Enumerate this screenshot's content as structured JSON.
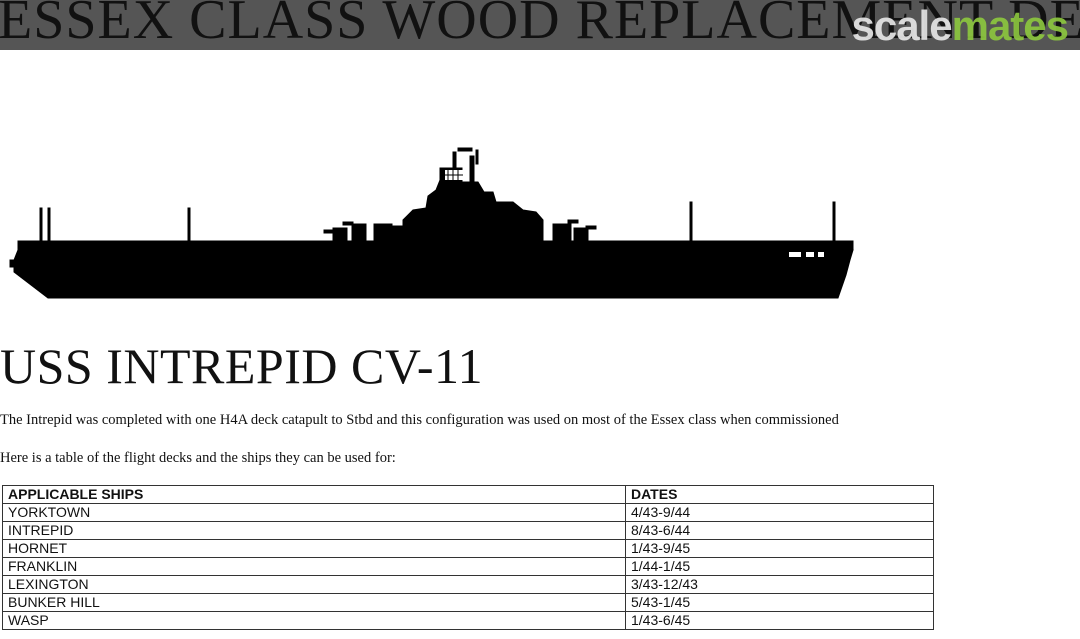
{
  "header": {
    "banner_text": "ESSEX CLASS WOOD REPLACEMENT DECKS",
    "watermark_part1": "scale",
    "watermark_part2": "mates",
    "banner_color": "#555555",
    "watermark_accent": "#8cc63f"
  },
  "ship_image": {
    "icon": "aircraft-carrier-silhouette"
  },
  "main": {
    "title": "USS INTREPID CV-11",
    "intro": "The Intrepid was completed with one H4A deck catapult to Stbd and this configuration was used on most of the Essex class when commissioned",
    "table_intro": "Here is a table of the flight decks and the ships they can be used for:"
  },
  "table": {
    "headers": [
      "APPLICABLE SHIPS",
      "DATES"
    ],
    "rows": [
      {
        "ship": "YORKTOWN",
        "dates": "4/43-9/44"
      },
      {
        "ship": "INTREPID",
        "dates": "8/43-6/44"
      },
      {
        "ship": "HORNET",
        "dates": "1/43-9/45"
      },
      {
        "ship": "FRANKLIN",
        "dates": "1/44-1/45"
      },
      {
        "ship": "LEXINGTON",
        "dates": "3/43-12/43"
      },
      {
        "ship": "BUNKER HILL",
        "dates": "5/43-1/45"
      },
      {
        "ship": "WASP",
        "dates": "1/43-6/45"
      }
    ]
  }
}
